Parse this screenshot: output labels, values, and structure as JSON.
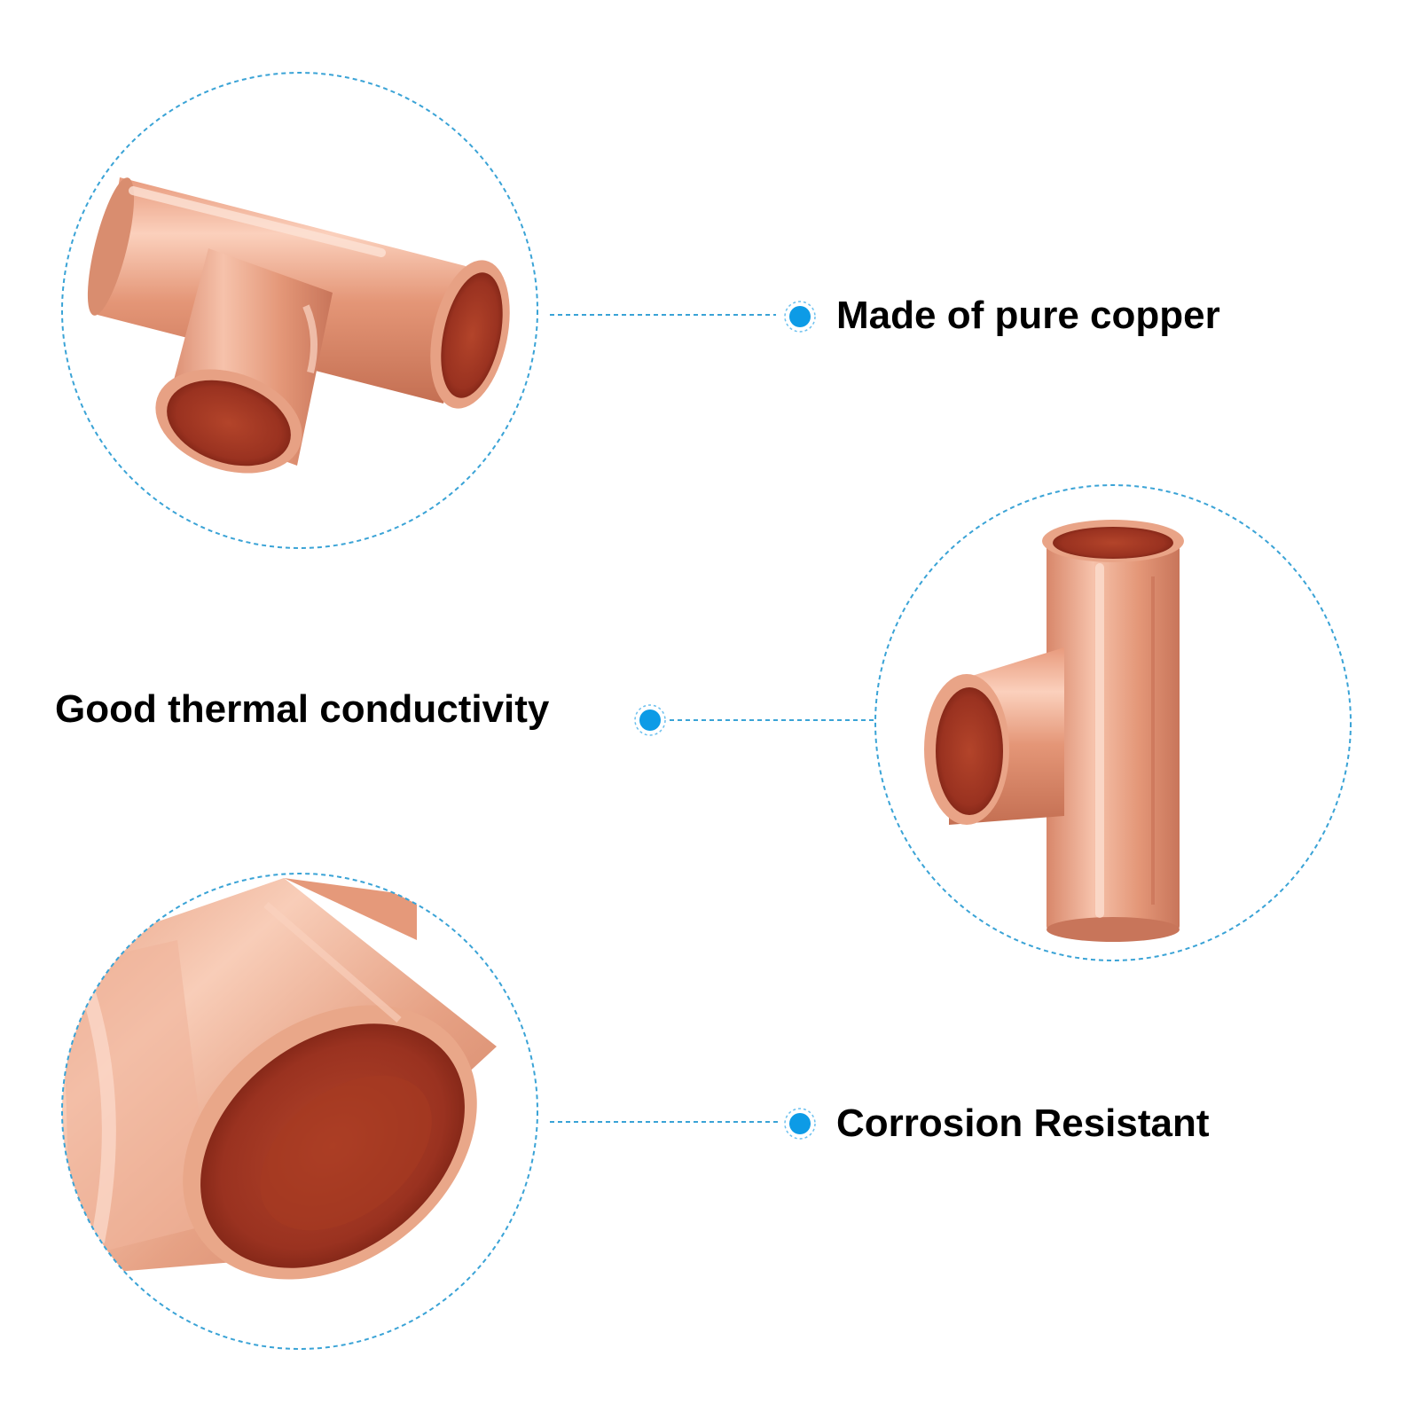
{
  "features": [
    {
      "id": "pure-copper",
      "label": "Made of pure copper"
    },
    {
      "id": "thermal",
      "label": "Good thermal conductivity"
    },
    {
      "id": "corrosion",
      "label": "Corrosion Resistant"
    }
  ],
  "colors": {
    "dashed_line": "#3aa3d6",
    "bullet": "#0d9be6",
    "bullet_ring": "#6cc0ee",
    "copper_light": "#f2b196",
    "copper_mid": "#dc8a6b",
    "copper_dark": "#b85a3e",
    "copper_inner": "#a83a22",
    "copper_inner_deep": "#7c2214",
    "text": "#000000"
  },
  "icons": [
    "copper-tee-fitting-horizontal",
    "copper-tee-fitting-vertical",
    "copper-pipe-closeup"
  ]
}
